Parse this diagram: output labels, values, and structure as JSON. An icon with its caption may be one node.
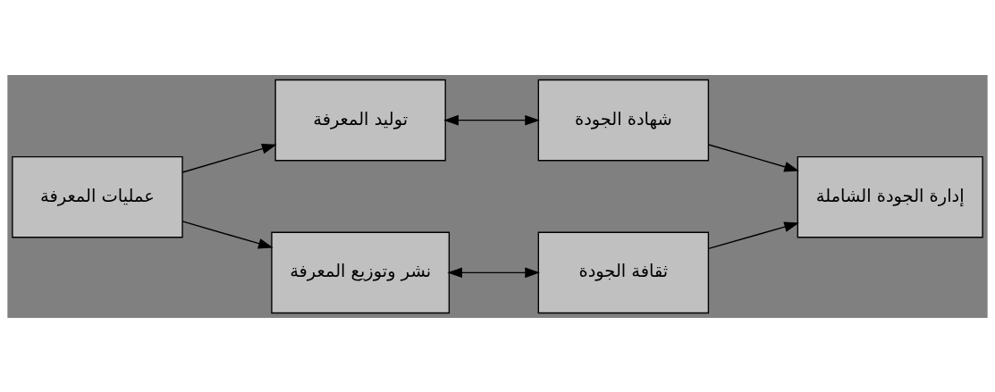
{
  "diagram": {
    "nodes": [
      {
        "text": [
          "عمليات المعرفة"
        ]
      },
      {
        "text": [
          "توليد المعرفة"
        ]
      },
      {
        "text": [
          "نشر وتوزيع المعرفة"
        ]
      },
      {
        "text": [
          "شهادة الجودة"
        ]
      },
      {
        "text": [
          "ثقافة الجودة"
        ]
      },
      {
        "text": [
          "إدارة الجودة الشاملة"
        ]
      }
    ],
    "edges": [
      {
        "from": 0,
        "to": 1,
        "arrow": "to"
      },
      {
        "from": 0,
        "to": 2,
        "arrow": "to"
      },
      {
        "from": 1,
        "to": 3,
        "arrow": "both"
      },
      {
        "from": 2,
        "to": 4,
        "arrow": "both"
      },
      {
        "from": 3,
        "to": 5,
        "arrow": "to"
      },
      {
        "from": 4,
        "to": 5,
        "arrow": "to"
      }
    ]
  }
}
